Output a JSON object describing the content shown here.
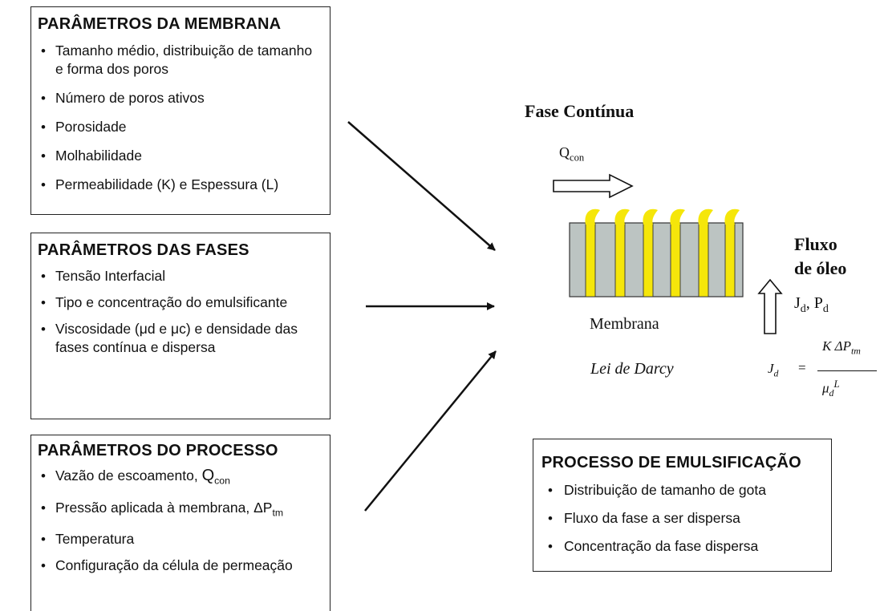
{
  "membrana": {
    "title": "PARÂMETROS DA MEMBRANA",
    "items": [
      "Tamanho médio, distribuição de tamanho e forma dos poros",
      "Número de poros ativos",
      "Porosidade",
      "Molhabilidade",
      "Permeabilidade (K) e Espessura (L)"
    ]
  },
  "fases": {
    "title": "PARÂMETROS DAS FASES",
    "items": [
      "Tensão Interfacial",
      "Tipo e concentração do emulsificante",
      "Viscosidade (μd e μc) e densidade das fases contínua e dispersa"
    ]
  },
  "processo": {
    "title": "PARÂMETROS DO PROCESSO",
    "item1_text": "Vazão de escoamento, ",
    "item1_symbol": "Q",
    "item1_sub": "con",
    "item2_text": "Pressão aplicada à membrana, ",
    "item2_symbol": "ΔP",
    "item2_sub": "tm",
    "item3": "Temperatura",
    "item4": "Configuração da célula de permeação"
  },
  "emulsificacao": {
    "title": "PROCESSO DE EMULSIFICAÇÃO",
    "items": [
      "Distribuição de tamanho de gota",
      "Fluxo da fase a ser dispersa",
      "Concentração da fase dispersa"
    ]
  },
  "diagram": {
    "fase_continua": "Fase Contínua",
    "qcon_symbol": "Q",
    "qcon_sub": "con",
    "fluxo_line1": "Fluxo",
    "fluxo_line2": "de óleo",
    "jd_symbol": "J",
    "jd_sub": "d",
    "pd_symbol": "P",
    "pd_sub": "d",
    "membrana_label": "Membrana",
    "lei_darcy": "Lei de Darcy",
    "formula_lhs": "J",
    "formula_lhs_sub": "d",
    "formula_eq": "=",
    "formula_num": "K ΔP",
    "formula_num_sub": "tm",
    "formula_den_mu": "μ",
    "formula_den_sub": "d",
    "formula_den_L": "L"
  },
  "colors": {
    "membrane_gray": "#bcc4c2",
    "pore_yellow": "#f5e60a",
    "line": "#111111"
  },
  "bullet_symbol": "•"
}
